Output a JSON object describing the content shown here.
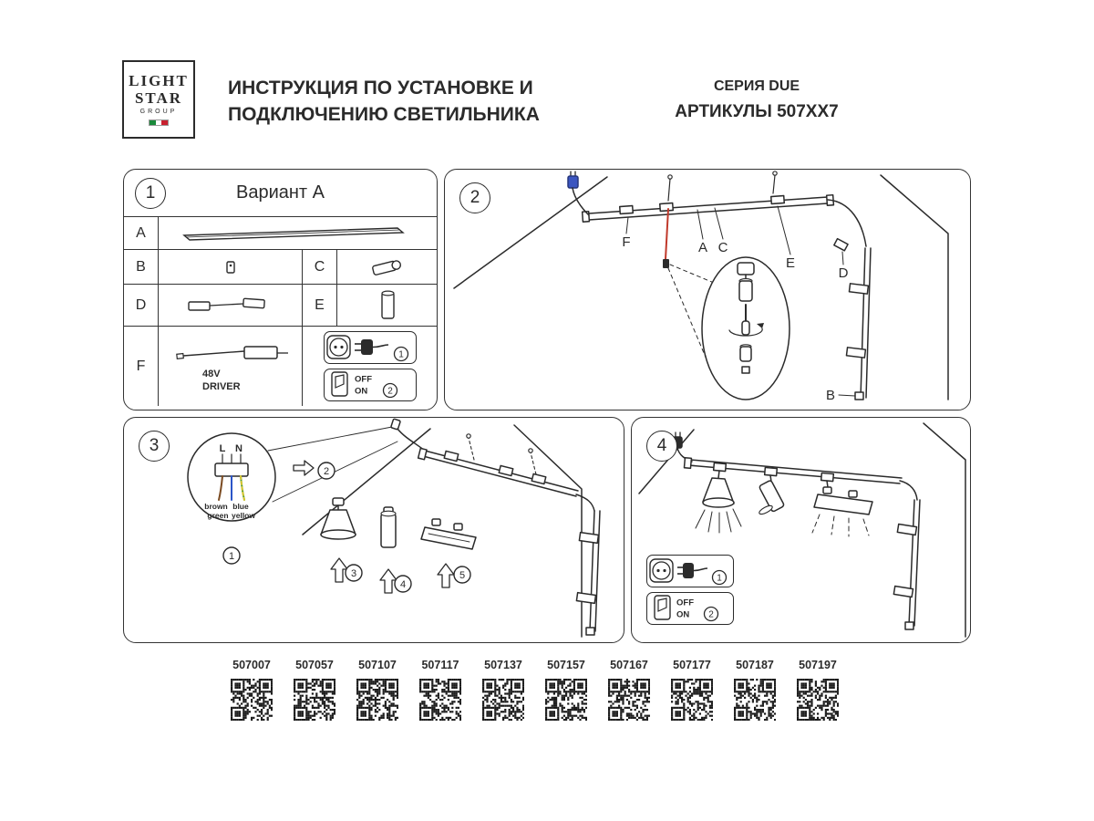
{
  "colors": {
    "ink": "#2b2b2b",
    "red_wire": "#c0392b",
    "blue_plug": "#3b55c0",
    "brown_wire": "#7a4a21",
    "blue_wire": "#2b55c8",
    "green_wire": "#4f9b35",
    "yellow_wire": "#d8c62e",
    "flag_green": "#1a8a3b",
    "flag_white": "#ffffff",
    "flag_red": "#c8202f"
  },
  "logo": {
    "line1": "LIGHT",
    "line2": "STAR",
    "line3": "GROUP"
  },
  "header": {
    "title_line1": "ИНСТРУКЦИЯ ПО УСТАНОВКЕ И",
    "title_line2": "ПОДКЛЮЧЕНИЮ СВЕТИЛЬНИКА",
    "series": "СЕРИЯ DUE",
    "articles": "АРТИКУЛЫ 507XX7"
  },
  "panel1": {
    "number": "1",
    "variant": "Вариант А",
    "rows": {
      "a": "A",
      "b": "B",
      "c": "C",
      "d": "D",
      "e": "E",
      "f": "F"
    },
    "driver_line1": "48V",
    "driver_line2": "DRIVER",
    "power_step": "1",
    "switch_off": "OFF",
    "switch_on": "ON",
    "switch_step": "2"
  },
  "panel2": {
    "number": "2",
    "labels": {
      "f": "F",
      "a": "A",
      "c": "C",
      "e": "E",
      "d": "D",
      "b": "B"
    }
  },
  "panel3": {
    "number": "3",
    "wiring": {
      "l": "L",
      "n": "N",
      "brown": "brown",
      "blue": "blue",
      "green": "green",
      "yellow": "yellow",
      "step": "1"
    },
    "steps": {
      "s2": "2",
      "s3": "3",
      "s4": "4",
      "s5": "5"
    }
  },
  "panel4": {
    "number": "4",
    "power_step": "1",
    "switch_off": "OFF",
    "switch_on": "ON",
    "switch_step": "2"
  },
  "qr_articles": [
    "507007",
    "507057",
    "507107",
    "507117",
    "507137",
    "507157",
    "507167",
    "507177",
    "507187",
    "507197"
  ]
}
